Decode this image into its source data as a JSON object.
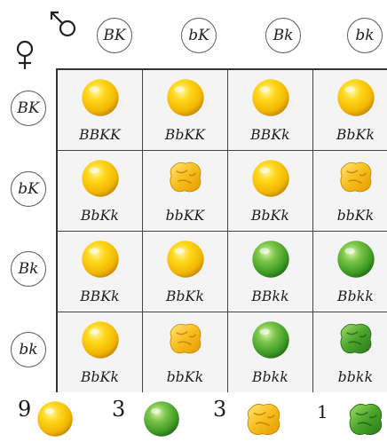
{
  "header_gametes": [
    "BK",
    "bK",
    "Bk",
    "bk"
  ],
  "side_gametes": [
    "BK",
    "bK",
    "Bk",
    "bk"
  ],
  "male_symbol": "♂",
  "female_symbol": "♀",
  "rows": [
    [
      {
        "genotype": "BBKK",
        "pea": "yellow-round"
      },
      {
        "genotype": "BbKK",
        "pea": "yellow-round"
      },
      {
        "genotype": "BBKk",
        "pea": "yellow-round"
      },
      {
        "genotype": "BbKk",
        "pea": "yellow-round"
      }
    ],
    [
      {
        "genotype": "BbKk",
        "pea": "yellow-round"
      },
      {
        "genotype": "bbKK",
        "pea": "yellow-wrinkled"
      },
      {
        "genotype": "BbKk",
        "pea": "yellow-round"
      },
      {
        "genotype": "bbKk",
        "pea": "yellow-wrinkled"
      }
    ],
    [
      {
        "genotype": "BBKk",
        "pea": "yellow-round"
      },
      {
        "genotype": "BbKk",
        "pea": "yellow-round"
      },
      {
        "genotype": "BBkk",
        "pea": "green-round"
      },
      {
        "genotype": "Bbkk",
        "pea": "green-round"
      }
    ],
    [
      {
        "genotype": "BbKk",
        "pea": "yellow-round"
      },
      {
        "genotype": "bbKk",
        "pea": "yellow-wrinkled"
      },
      {
        "genotype": "Bbkk",
        "pea": "green-round"
      },
      {
        "genotype": "bbkk",
        "pea": "green-wrinkled"
      }
    ]
  ],
  "ratio": [
    {
      "count": "9",
      "pea": "yellow-round"
    },
    {
      "count": "3",
      "pea": "green-round"
    },
    {
      "count": "3",
      "pea": "yellow-wrinkled"
    },
    {
      "count": "1",
      "pea": "green-wrinkled"
    }
  ],
  "colors": {
    "yellow": "#f5c400",
    "green": "#4aa52a",
    "grid_line": "#444444"
  }
}
